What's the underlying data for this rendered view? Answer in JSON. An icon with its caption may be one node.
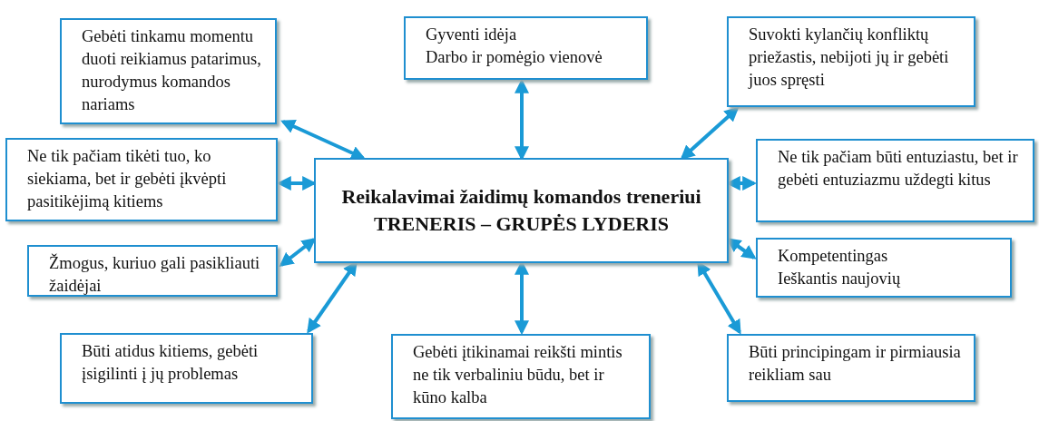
{
  "diagram": {
    "nodes": [
      {
        "text": [
          "Reikalavimai žaidimų komandos treneriui",
          "TRENERIS – GRUPĖS LYDERIS"
        ]
      },
      {
        "text": [
          "Gebėti tinkamu momentu duoti reikiamus patarimus, nurodymus komandos nariams"
        ]
      },
      {
        "text": [
          "Gyventi idėja",
          "Darbo ir pomėgio vienovė"
        ]
      },
      {
        "text": [
          "Suvokti kylančių konfliktų priežastis, nebijoti jų ir gebėti juos spręsti"
        ]
      },
      {
        "text": [
          "Ne tik pačiam tikėti tuo, ko siekiama, bet ir gebėti įkvėpti pasitikėjimą kitiems"
        ]
      },
      {
        "text": [
          "Ne tik pačiam būti entuziastu, bet ir gebėti entuziazmu uždegti kitus"
        ]
      },
      {
        "text": [
          "Žmogus, kuriuo gali pasikliauti žaidėjai"
        ]
      },
      {
        "text": [
          "Kompetentingas",
          "Ieškantis naujovių"
        ]
      },
      {
        "text": [
          "Būti atidus kitiems, gebėti įsigilinti į jų problemas"
        ]
      },
      {
        "text": [
          "Gebėti įtikinamai reikšti mintis ne tik verbaliniu būdu, bet ir kūno kalba"
        ]
      },
      {
        "text": [
          "Būti principingam ir pirmiausia reikliam sau"
        ]
      }
    ],
    "edges": [
      {
        "from": 0,
        "to": 1,
        "arrow": "both"
      },
      {
        "from": 0,
        "to": 2,
        "arrow": "both"
      },
      {
        "from": 0,
        "to": 3,
        "arrow": "both"
      },
      {
        "from": 0,
        "to": 4,
        "arrow": "both"
      },
      {
        "from": 0,
        "to": 5,
        "arrow": "both"
      },
      {
        "from": 0,
        "to": 6,
        "arrow": "both"
      },
      {
        "from": 0,
        "to": 7,
        "arrow": "both"
      },
      {
        "from": 0,
        "to": 8,
        "arrow": "both"
      },
      {
        "from": 0,
        "to": 9,
        "arrow": "both"
      },
      {
        "from": 0,
        "to": 10,
        "arrow": "both"
      }
    ]
  }
}
